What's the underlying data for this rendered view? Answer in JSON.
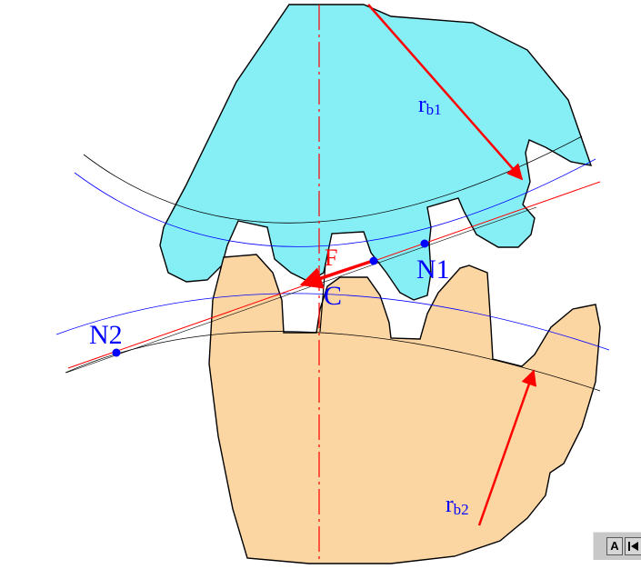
{
  "labels": {
    "rb1": "r",
    "rb1_sub": "b1",
    "rb2": "r",
    "rb2_sub": "b2",
    "N1": "N1",
    "N2": "N2",
    "C": "C",
    "F": "F"
  },
  "toolbar": {
    "a_label": "A",
    "prev_icon": "prev-icon"
  },
  "colors": {
    "gear1_fill": "#86eef5",
    "gear2_fill": "#fbd5a2",
    "red": "#ff0000",
    "blue": "#0000ff",
    "black": "#000000"
  }
}
